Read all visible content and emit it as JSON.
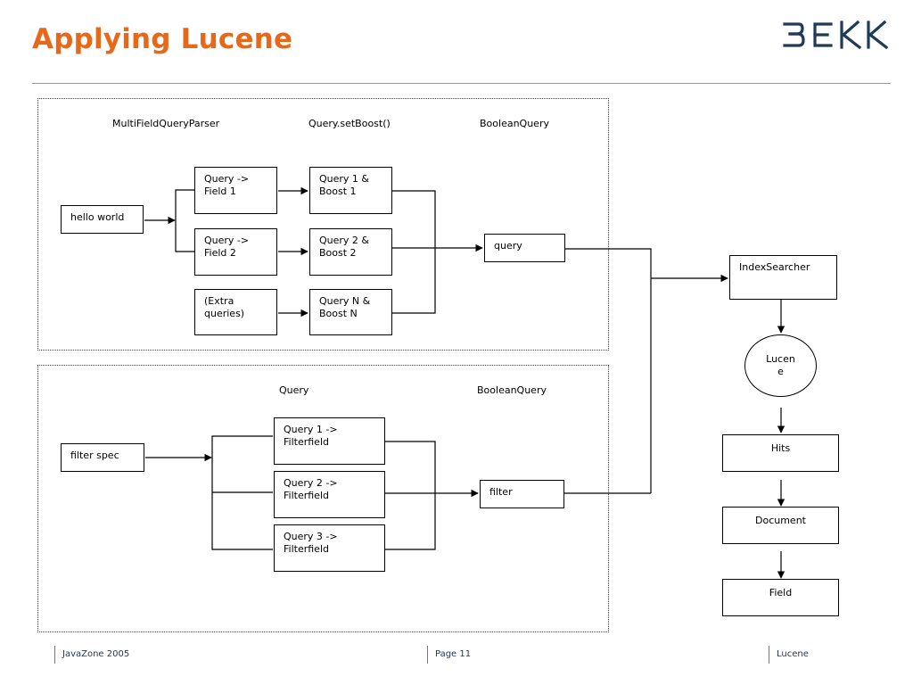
{
  "slide": {
    "title": "Applying Lucene",
    "logo_text": "BEKK",
    "accent_color": "#e8681a"
  },
  "query_panel": {
    "headers": {
      "parser": "MultiFieldQueryParser",
      "boost": "Query.setBoost()",
      "boolean": "BooleanQuery"
    },
    "input": "hello world",
    "field_queries": [
      "Query ->\nField 1",
      "Query ->\nField 2",
      "(Extra\nqueries)"
    ],
    "boosted_queries": [
      "Query 1 &\nBoost 1",
      "Query 2 &\nBoost 2",
      "Query N &\nBoost N"
    ],
    "output": "query"
  },
  "filter_panel": {
    "headers": {
      "query": "Query",
      "boolean": "BooleanQuery"
    },
    "input": "filter spec",
    "filter_queries": [
      "Query 1 ->\nFilterfield",
      "Query 2 ->\nFilterfield",
      "Query 3 ->\nFilterfield"
    ],
    "output": "filter"
  },
  "pipeline": {
    "searcher": "IndexSearcher",
    "engine": "Lucen\ne",
    "hits": "Hits",
    "document": "Document",
    "field": "Field"
  },
  "footer": {
    "left": "JavaZone 2005",
    "center": "Page 11",
    "right": "Lucene"
  }
}
